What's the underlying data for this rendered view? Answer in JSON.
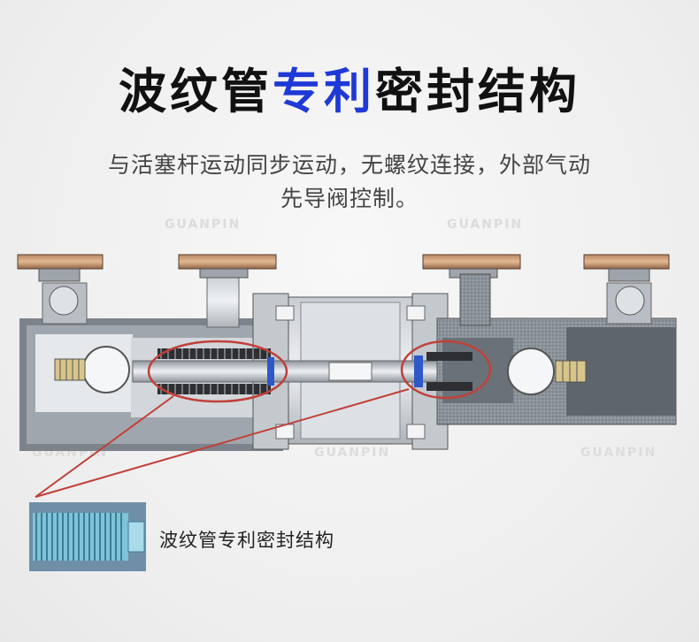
{
  "title": {
    "part1": "波纹管",
    "highlight": "专利",
    "part2": "密封结构"
  },
  "subtitle": {
    "line1": "与活塞杆运动同步运动，无螺纹连接，外部气动",
    "line2": "先导阀控制。"
  },
  "callout_label": "波纹管专利密封结构",
  "watermark": "GUANPIN",
  "colors": {
    "title": "#111111",
    "highlight": "#1f39d6",
    "callout_circle": "#c0403a",
    "body_gray": "#9aa0a6",
    "bellows_blue": "#7fc3d9"
  }
}
